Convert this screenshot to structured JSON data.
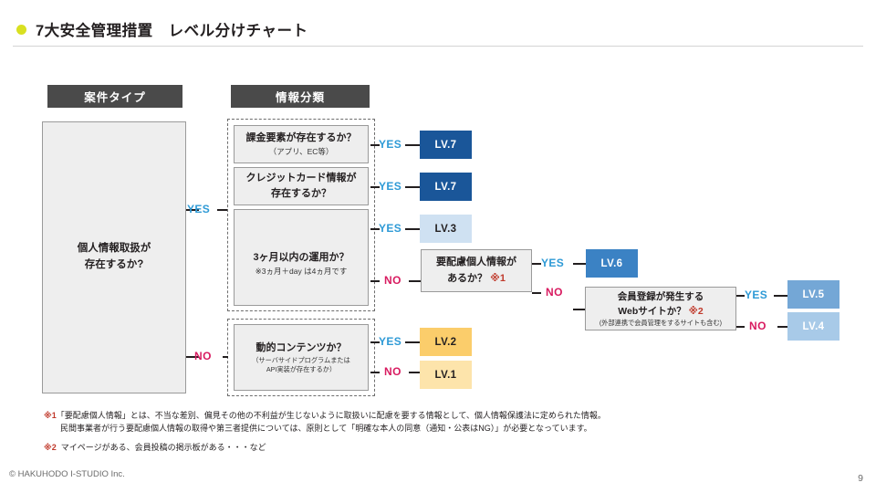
{
  "slide": {
    "title": "7大安全管理措置　レベル分けチャート",
    "bullet_color": "#d9e021",
    "page_number": "9",
    "copyright": "© HAKUHODO I-STUDIO Inc."
  },
  "columns": {
    "case_type": "案件タイプ",
    "info_class": "情報分類"
  },
  "boxes": {
    "root": {
      "line1": "個人情報取扱が",
      "line2": "存在するか?"
    },
    "q1": {
      "main": "課金要素が存在するか？",
      "sub": "（アプリ、EC等）"
    },
    "q2": {
      "line1": "クレジットカード情報が",
      "line2": "存在するか？"
    },
    "q3": {
      "main": "3ヶ月以内の運用か？",
      "sub": "※3ヵ月＋day は4ヵ月です"
    },
    "q4": {
      "main": "動的コンテンツか？",
      "sub1": "（サーバサイドプログラムまたは",
      "sub2": "API実装が存在するか）"
    },
    "q5": {
      "line1": "要配慮個人情報が",
      "line2": "あるか？",
      "ref": "※1"
    },
    "q6": {
      "line1": "会員登録が発生する",
      "line2": "Webサイトか？",
      "ref": "※2",
      "sub": "(外部連携で会員管理をするサイトも含む)"
    }
  },
  "labels": {
    "yes": "YES",
    "no": "NO",
    "yes_color": "#2e9ad6",
    "no_color": "#d81b60"
  },
  "levels": [
    {
      "id": "lv7a",
      "label": "LV.7",
      "bg": "#1a5699",
      "fg": "#ffffff"
    },
    {
      "id": "lv7b",
      "label": "LV.7",
      "bg": "#1a5699",
      "fg": "#ffffff"
    },
    {
      "id": "lv3",
      "label": "LV.3",
      "bg": "#cfe1f2",
      "fg": "#231f20"
    },
    {
      "id": "lv6",
      "label": "LV.6",
      "bg": "#3b82c4",
      "fg": "#ffffff"
    },
    {
      "id": "lv5",
      "label": "LV.5",
      "bg": "#74a7d6",
      "fg": "#ffffff"
    },
    {
      "id": "lv4",
      "label": "LV.4",
      "bg": "#a8cae8",
      "fg": "#ffffff"
    },
    {
      "id": "lv2",
      "label": "LV.2",
      "bg": "#fbcd6b",
      "fg": "#231f20"
    },
    {
      "id": "lv1",
      "label": "LV.1",
      "bg": "#fde4ab",
      "fg": "#231f20"
    }
  ],
  "footnotes": {
    "n1_mark": "※1",
    "n1_line1": "「要配慮個人情報」とは、不当な差別、偏見その他の不利益が生じないように取扱いに配慮を要する情報として、個人情報保護法に定められた情報。",
    "n1_line2": "民間事業者が行う要配慮個人情報の取得や第三者提供については、原則として「明確な本人の同意（通知・公表はNG）」が必要となっています。",
    "n2_mark": "※2",
    "n2_line1": "マイページがある、会員投稿の掲示板がある・・・など"
  }
}
